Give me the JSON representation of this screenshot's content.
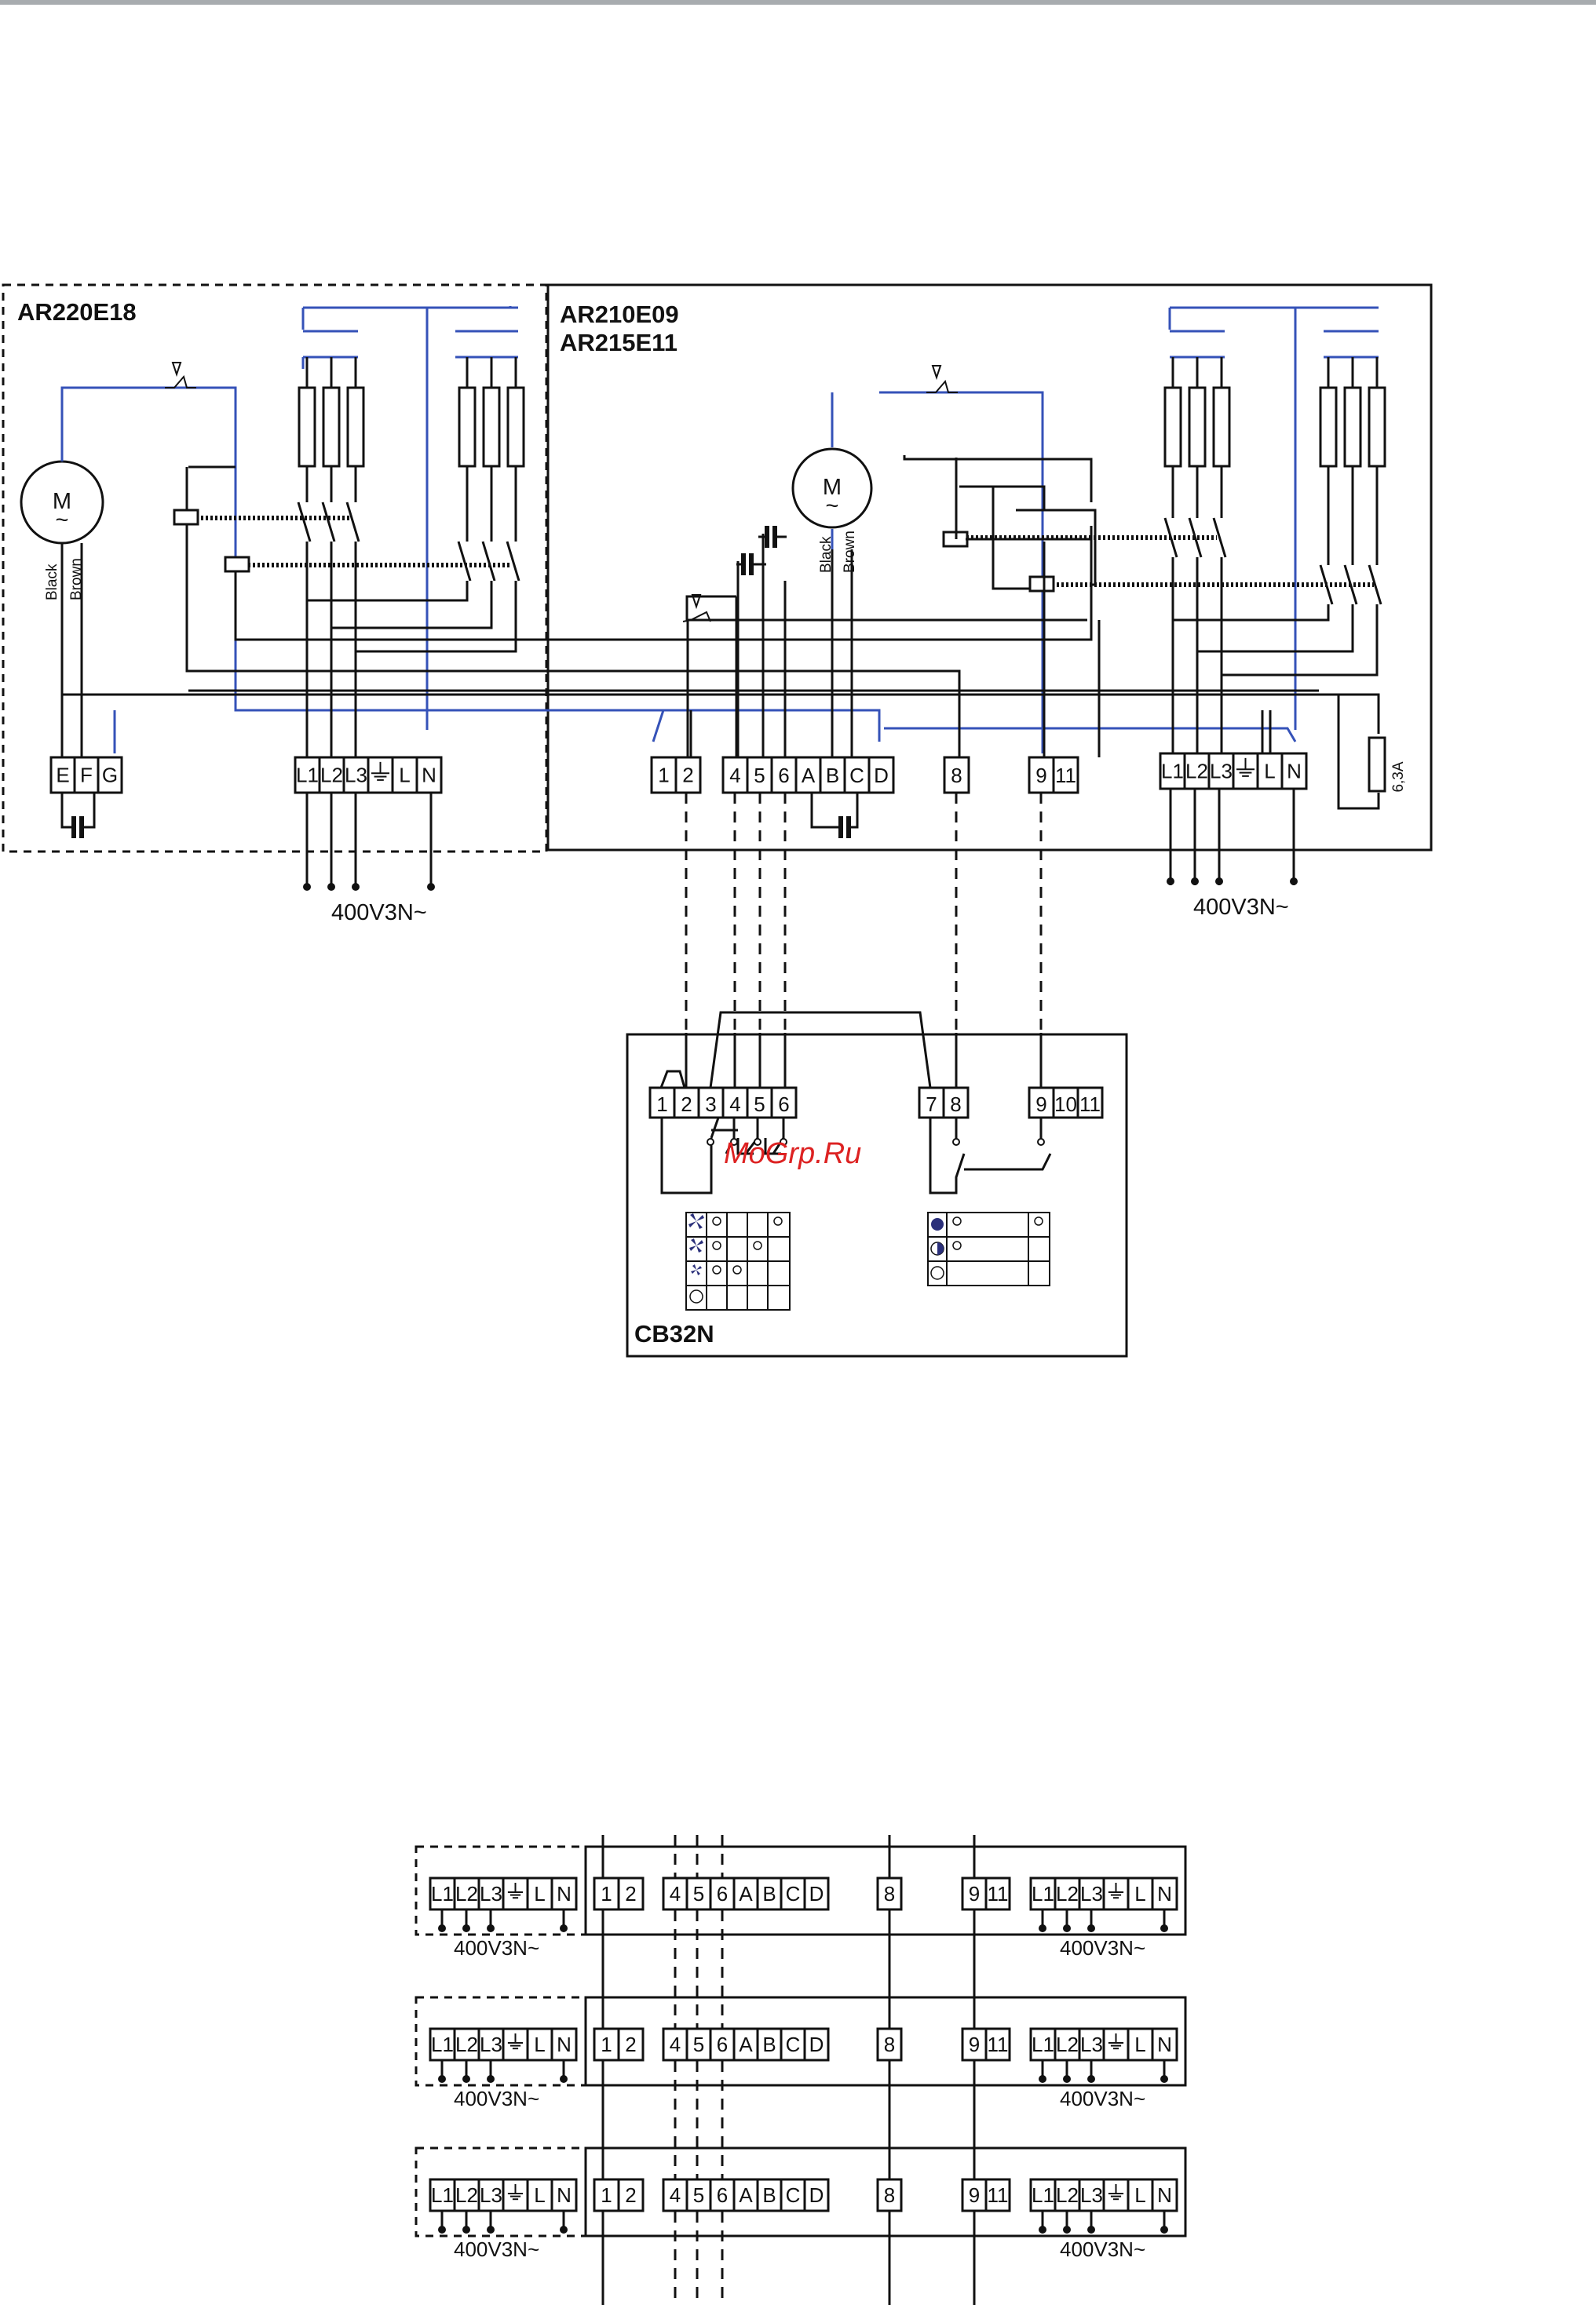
{
  "units": {
    "heater": "AR220E18",
    "main_line1": "AR210E09",
    "main_line2": "AR215E11",
    "control": "CB32N"
  },
  "motor": {
    "symbol": "M",
    "ac": "~",
    "wire1": "Black",
    "wire2": "Brown"
  },
  "supply_label": "400V3N~",
  "fuse_label": "6,3A",
  "watermark": "MoGrp.Ru",
  "terminals": {
    "heater_motor": [
      "E",
      "F",
      "G"
    ],
    "heater_power": [
      "L1",
      "L2",
      "L3",
      "",
      "L",
      "N"
    ],
    "main_control": [
      "1",
      "2",
      "4",
      "5",
      "6",
      "A",
      "B",
      "C",
      "D",
      "8",
      "9",
      "11"
    ],
    "main_power": [
      "L1",
      "L2",
      "L3",
      "",
      "L",
      "N"
    ],
    "cb_terminals": [
      "1",
      "2",
      "3",
      "4",
      "5",
      "6",
      "7",
      "8",
      "9",
      "10",
      "11"
    ]
  },
  "bottom_terminals": [
    "L1",
    "L2",
    "L3",
    "",
    "L",
    "N",
    "1",
    "2",
    "4",
    "5",
    "6",
    "A",
    "B",
    "C",
    "D",
    "8",
    "9",
    "11",
    "L1",
    "L2",
    "L3",
    "",
    "L",
    "N"
  ],
  "colors": {
    "line": "#111111",
    "blue": "#3552b8",
    "dot": "#111111",
    "switch_fill": "#2a2f7a"
  }
}
